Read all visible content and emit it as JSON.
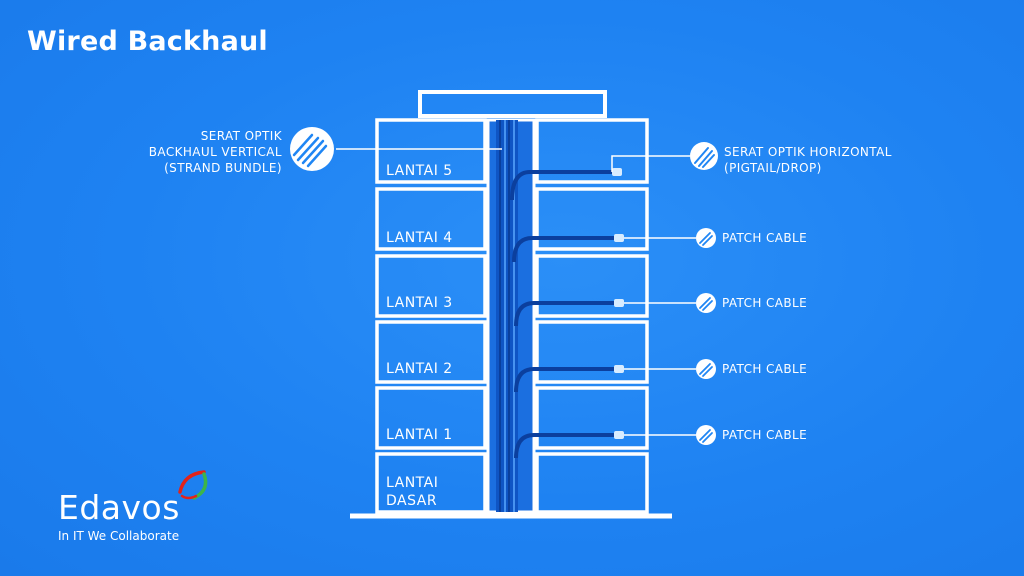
{
  "title": "Wired Backhaul",
  "floors": [
    {
      "label": "LANTAI 5"
    },
    {
      "label": "LANTAI 4"
    },
    {
      "label": "LANTAI 3"
    },
    {
      "label": "LANTAI 2"
    },
    {
      "label": "LANTAI 1"
    },
    {
      "label_line1": "LANTAI",
      "label_line2": "DASAR"
    }
  ],
  "callouts": {
    "vertical": {
      "line1": "SERAT OPTIK",
      "line2": "BACKHAUL VERTICAL",
      "line3": "(STRAND BUNDLE)",
      "icon": "fiber-bundle-icon"
    },
    "horizontal": {
      "line1": "SERAT OPTIK HORIZONTAL",
      "line2": "(PIGTAIL/DROP)",
      "icon": "fiber-pigtail-icon"
    },
    "patch": [
      {
        "label": "PATCH CABLE",
        "icon": "patch-cable-icon"
      },
      {
        "label": "PATCH CABLE",
        "icon": "patch-cable-icon"
      },
      {
        "label": "PATCH CABLE",
        "icon": "patch-cable-icon"
      },
      {
        "label": "PATCH CABLE",
        "icon": "patch-cable-icon"
      }
    ]
  },
  "brand": {
    "name": "Edavos",
    "tagline": "In IT We Collaborate",
    "swoosh_red": "#e2231a",
    "swoosh_green": "#3cb54a"
  },
  "colors": {
    "background": "#1f86f4",
    "line": "#ffffff",
    "shaft": "#1565d8",
    "cable": "#0e4fb8"
  }
}
